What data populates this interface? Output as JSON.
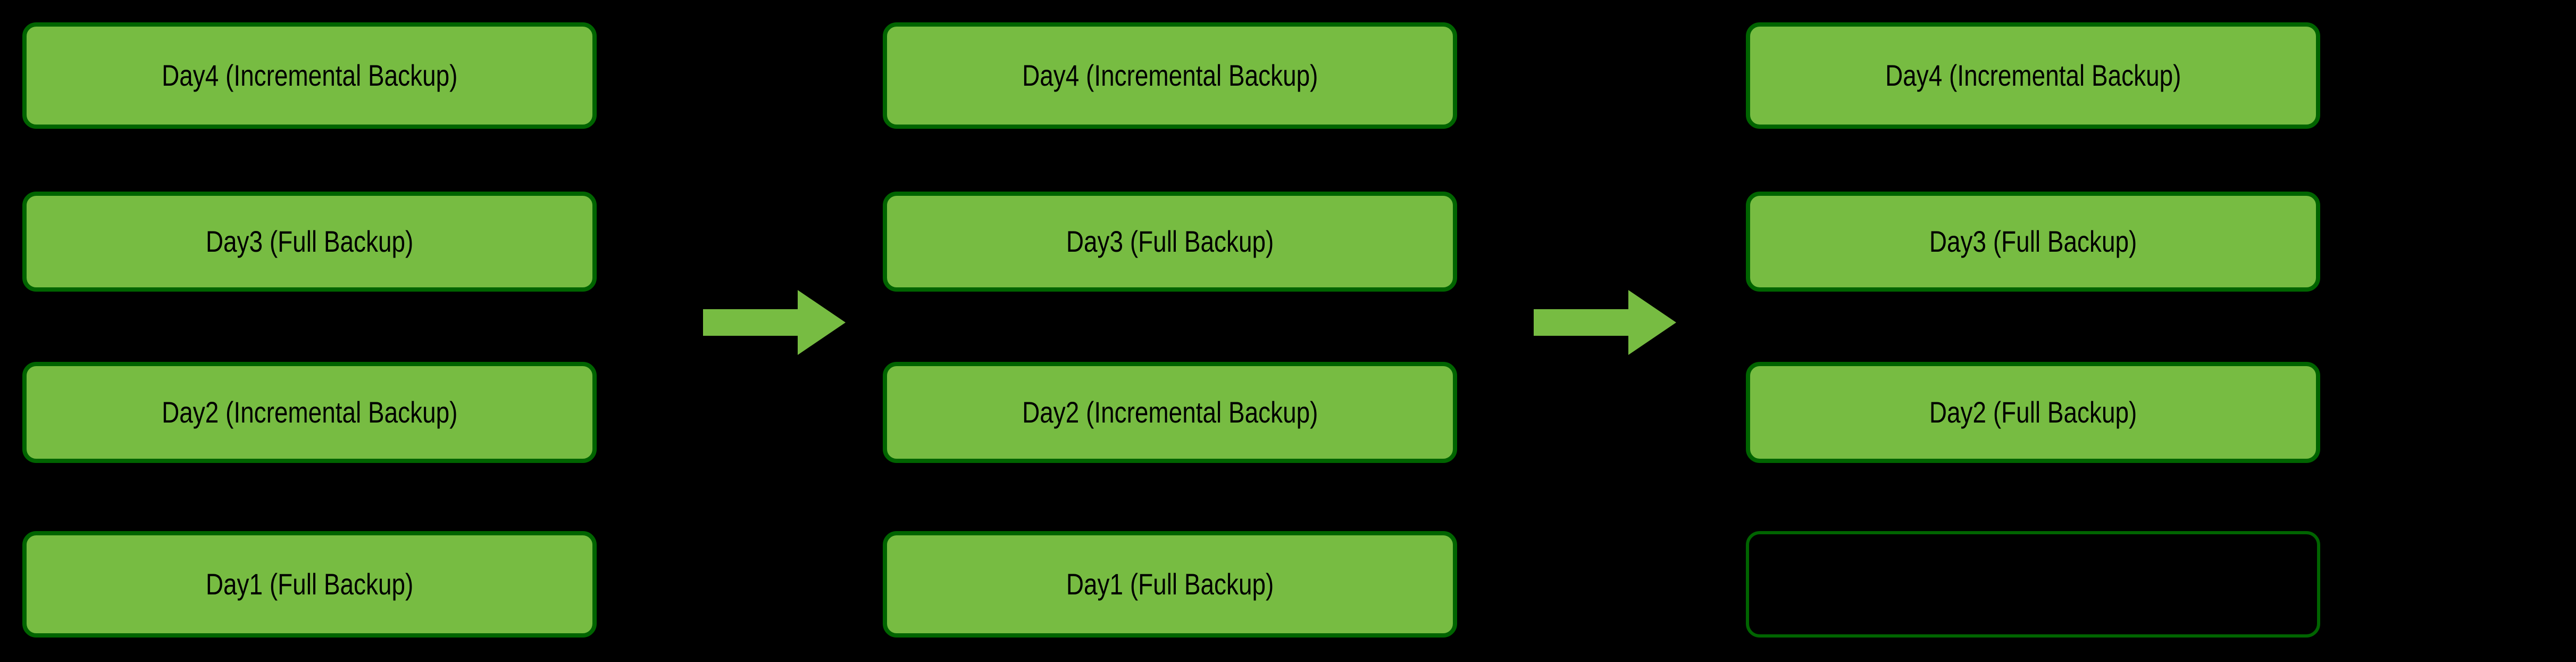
{
  "diagram": {
    "background_color": "#000000",
    "box_fill_color": "#77BC42",
    "box_border_color": "#006400",
    "arrow_color": "#77BC42",
    "text_color": "#000000"
  },
  "columns": [
    {
      "name": "stage-1",
      "boxes": [
        {
          "label": "Day4 (Incremental Backup)",
          "empty": false
        },
        {
          "label": "Day3 (Full Backup)",
          "empty": false
        },
        {
          "label": "Day2 (Incremental Backup)",
          "empty": false
        },
        {
          "label": "Day1 (Full Backup)",
          "empty": false
        }
      ]
    },
    {
      "name": "stage-2",
      "boxes": [
        {
          "label": "Day4 (Incremental Backup)",
          "empty": false
        },
        {
          "label": "Day3 (Full Backup)",
          "empty": false
        },
        {
          "label": "Day2 (Incremental Backup)",
          "empty": false
        },
        {
          "label": "Day1 (Full Backup)",
          "empty": false
        }
      ]
    },
    {
      "name": "stage-3",
      "boxes": [
        {
          "label": "Day4 (Incremental Backup)",
          "empty": false
        },
        {
          "label": "Day3 (Full Backup)",
          "empty": false
        },
        {
          "label": "Day2 (Full Backup)",
          "empty": false
        },
        {
          "label": "",
          "empty": true
        }
      ]
    }
  ],
  "arrows": [
    {
      "name": "arrow-stage-1-to-2",
      "icon": "right-arrow-icon"
    },
    {
      "name": "arrow-stage-2-to-3",
      "icon": "right-arrow-icon"
    }
  ]
}
